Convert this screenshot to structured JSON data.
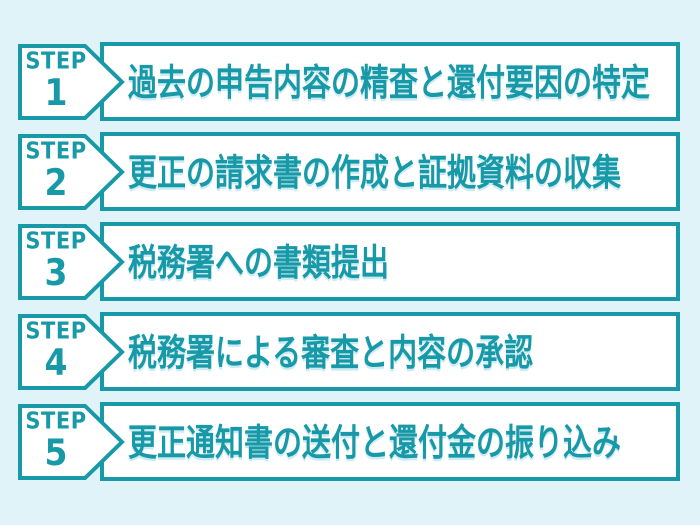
{
  "colors": {
    "background": "#dff3f8",
    "teal": "#1899a8",
    "panel": "#ffffff"
  },
  "steps": [
    {
      "badge_label": "STEP",
      "number": "1",
      "text": "過去の申告内容の精査と還付要因の特定"
    },
    {
      "badge_label": "STEP",
      "number": "2",
      "text": "更正の請求書の作成と証拠資料の収集"
    },
    {
      "badge_label": "STEP",
      "number": "3",
      "text": "税務署への書類提出"
    },
    {
      "badge_label": "STEP",
      "number": "4",
      "text": "税務署による審査と内容の承認"
    },
    {
      "badge_label": "STEP",
      "number": "5",
      "text": "更正通知書の送付と還付金の振り込み"
    }
  ]
}
